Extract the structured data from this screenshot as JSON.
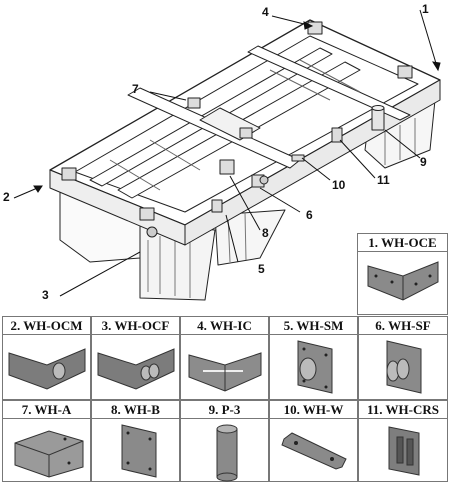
{
  "callouts": [
    "1",
    "2",
    "3",
    "4",
    "5",
    "6",
    "7",
    "8",
    "9",
    "10",
    "11"
  ],
  "parts": [
    {
      "num": "1.",
      "code": "WH-OCE"
    },
    {
      "num": "2.",
      "code": "WH-OCM"
    },
    {
      "num": "3.",
      "code": "WH-OCF"
    },
    {
      "num": "4.",
      "code": "WH-IC"
    },
    {
      "num": "5.",
      "code": "WH-SM"
    },
    {
      "num": "6.",
      "code": "WH-SF"
    },
    {
      "num": "7.",
      "code": "WH-A"
    },
    {
      "num": "8.",
      "code": "WH-B"
    },
    {
      "num": "9.",
      "code": "P-3"
    },
    {
      "num": "10.",
      "code": "WH-W"
    },
    {
      "num": "11.",
      "code": "WH-CRS"
    }
  ]
}
